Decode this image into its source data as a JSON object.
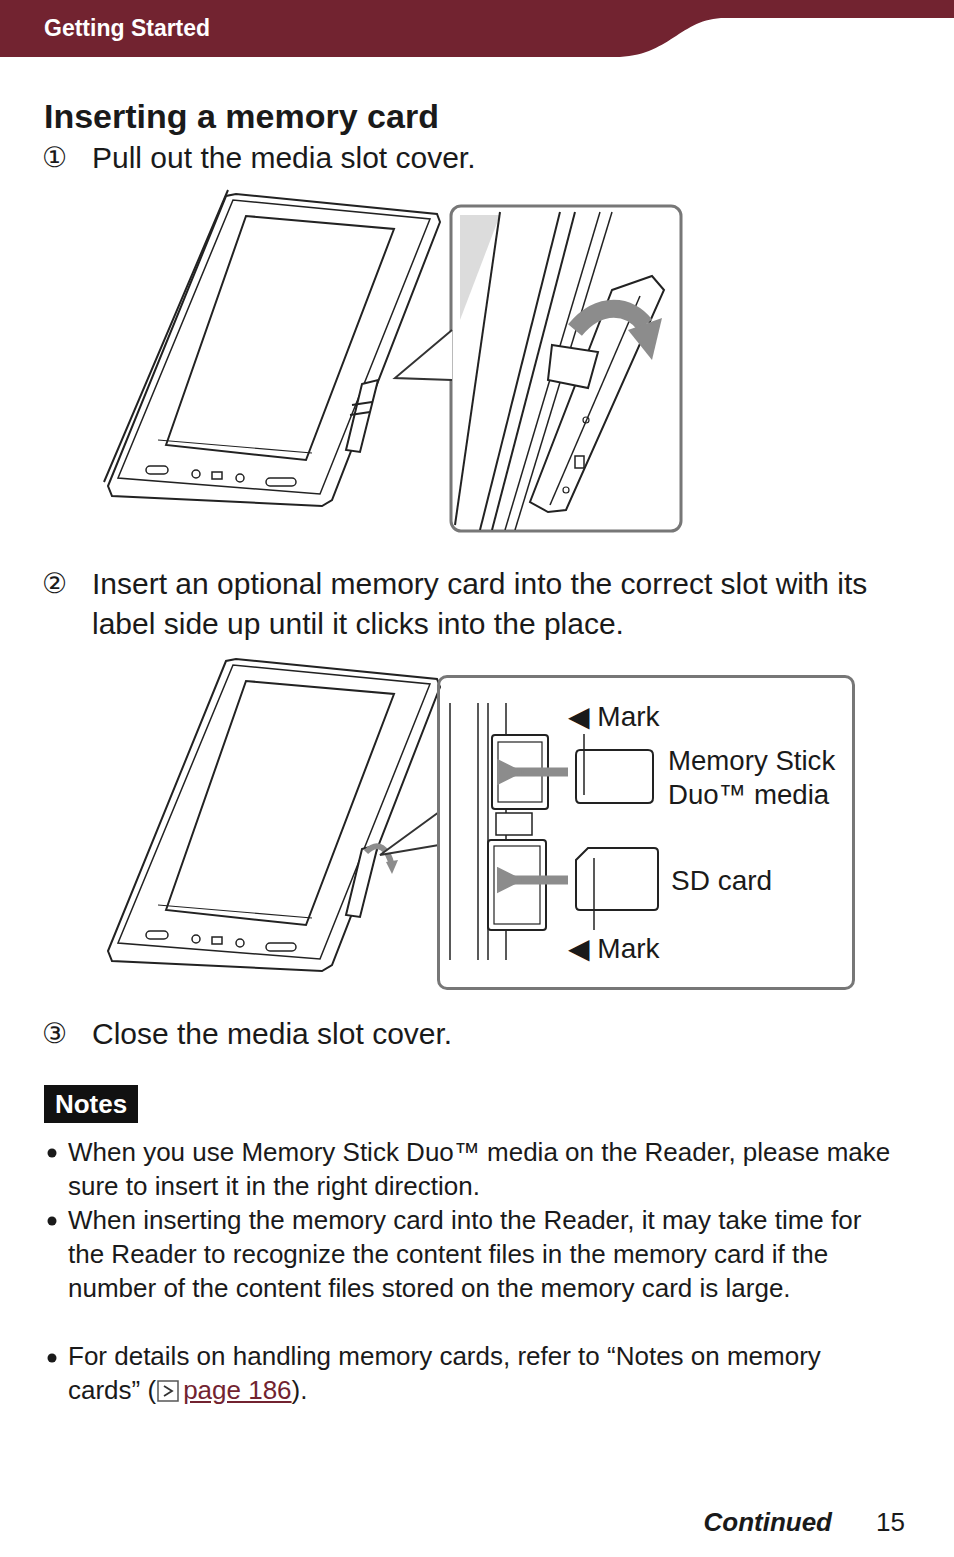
{
  "diagram": {
    "title": "Inserting a memory card",
    "nodes": [
      {
        "text": [
          "Getting Started"
        ]
      },
      {
        "text": [
          "◀ Mark",
          "Memory Stick Duo™ media",
          "SD card",
          "◀ Mark"
        ]
      },
      {
        "text": [
          "Notes"
        ]
      }
    ],
    "labels": [
      "①",
      "Pull out the media slot cover.",
      "②",
      "Insert an optional memory card into the correct slot with its label side up until it clicks into the place.",
      "③",
      "Close the media slot cover.",
      "When you use Memory Stick Duo™ media on the Reader, please make sure to insert it in the right direction.",
      "When inserting the memory card into the Reader, it may take time for the Reader to recognize the content files in the memory card if the number of the content files stored on the memory card is large.",
      "For details on handling memory cards, refer to “Notes on memory cards” (",
      "page 186",
      ").",
      "Continued",
      "15"
    ]
  }
}
